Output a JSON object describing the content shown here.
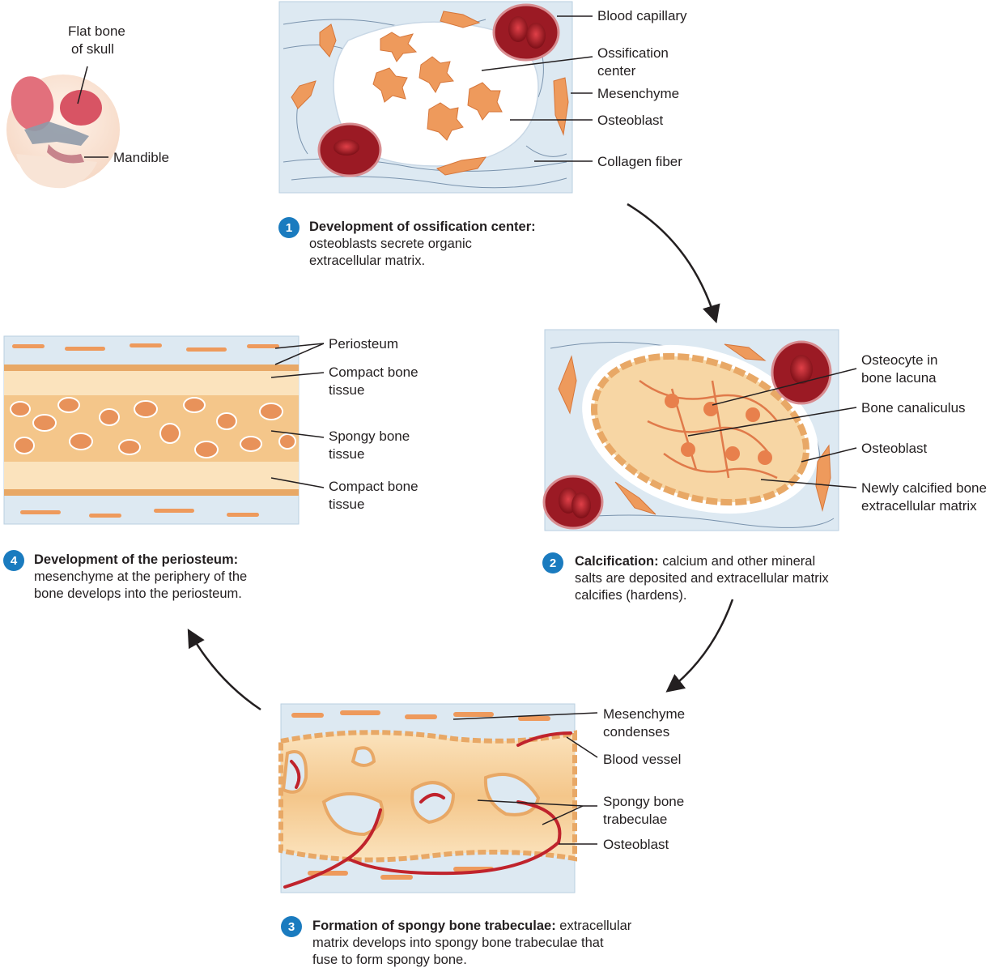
{
  "colors": {
    "mesenchyme_bg": "#dde9f2",
    "bone_matrix": "#f7d6a4",
    "osteoblast": "#ee9a5c",
    "blood_cell": "#b3202a",
    "step_badge": "#1a7bbf"
  },
  "skull": {
    "flat_bone_line1": "Flat bone",
    "flat_bone_line2": "of skull",
    "mandible": "Mandible"
  },
  "panel1": {
    "labels": {
      "blood_capillary": "Blood capillary",
      "ossification_center_line1": "Ossification",
      "ossification_center_line2": "center",
      "mesenchyme": "Mesenchyme",
      "osteoblast": "Osteoblast",
      "collagen_fiber": "Collagen fiber"
    },
    "step": "1",
    "caption_title": "Development of ossification center:",
    "caption_line1": "osteoblasts secrete organic",
    "caption_line2": "extracellular matrix."
  },
  "panel2": {
    "labels": {
      "osteocyte_line1": "Osteocyte in",
      "osteocyte_line2": "bone lacuna",
      "canaliculus": "Bone canaliculus",
      "osteoblast": "Osteoblast",
      "calcified_line1": "Newly calcified bone",
      "calcified_line2": "extracellular matrix"
    },
    "step": "2",
    "caption_title": "Calcification:",
    "caption_line1_rest": " calcium and other mineral",
    "caption_line2": "salts are deposited and extracellular matrix",
    "caption_line3": "calcifies (hardens)."
  },
  "panel3": {
    "labels": {
      "mesenchyme_line1": "Mesenchyme",
      "mesenchyme_line2": "condenses",
      "blood_vessel": "Blood vessel",
      "trabeculae_line1": "Spongy bone",
      "trabeculae_line2": "trabeculae",
      "osteoblast": "Osteoblast"
    },
    "step": "3",
    "caption_title": "Formation of spongy bone trabeculae:",
    "caption_line1_rest": " extracellular",
    "caption_line2": "matrix develops into spongy bone trabeculae that",
    "caption_line3": "fuse to form spongy bone."
  },
  "panel4": {
    "labels": {
      "periosteum": "Periosteum",
      "compact_top_line1": "Compact bone",
      "compact_top_line2": "tissue",
      "spongy_line1": "Spongy bone",
      "spongy_line2": "tissue",
      "compact_bottom_line1": "Compact bone",
      "compact_bottom_line2": "tissue"
    },
    "step": "4",
    "caption_title": "Development of the periosteum:",
    "caption_line1": "mesenchyme at the periphery of the",
    "caption_line2": "bone develops into the periosteum."
  }
}
